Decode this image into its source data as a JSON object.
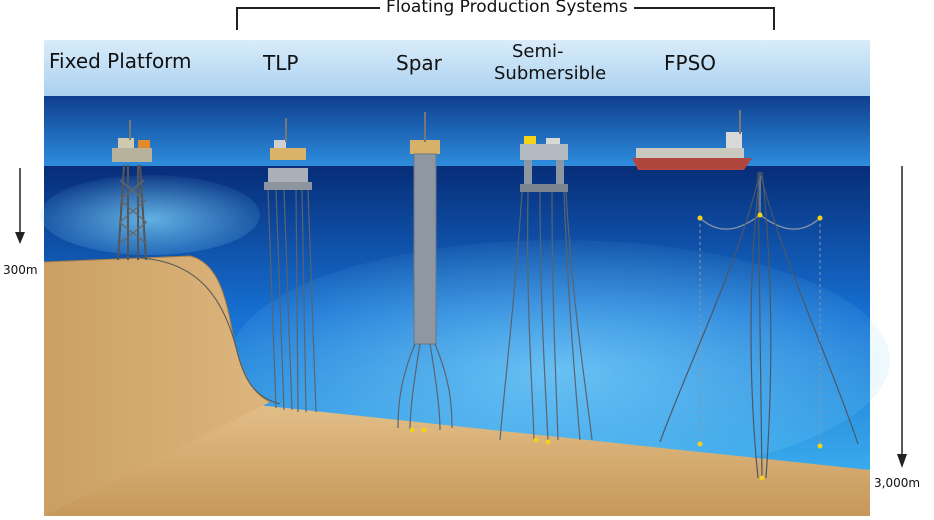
{
  "group_label": "Floating Production Systems",
  "platforms": [
    {
      "id": "fixed",
      "label": "Fixed Platform"
    },
    {
      "id": "tlp",
      "label": "TLP"
    },
    {
      "id": "spar",
      "label": "Spar"
    },
    {
      "id": "semi",
      "label_line1": "Semi-",
      "label_line2": "Submersible"
    },
    {
      "id": "fpso",
      "label": "FPSO"
    }
  ],
  "depths": {
    "shallow": "300m",
    "deep": "3,000m"
  },
  "colors": {
    "sky": "#bfe0f6",
    "sea_surface": "#1f63c8",
    "deep_water": "#0a3a8c",
    "mid_water": "#1f8ee0",
    "seabed": "#d8b27c",
    "seabed_dark": "#b98a4e",
    "steel": "#9aa3ad",
    "mooring": "#3a4a5a",
    "anchor": "#f2d21a"
  }
}
